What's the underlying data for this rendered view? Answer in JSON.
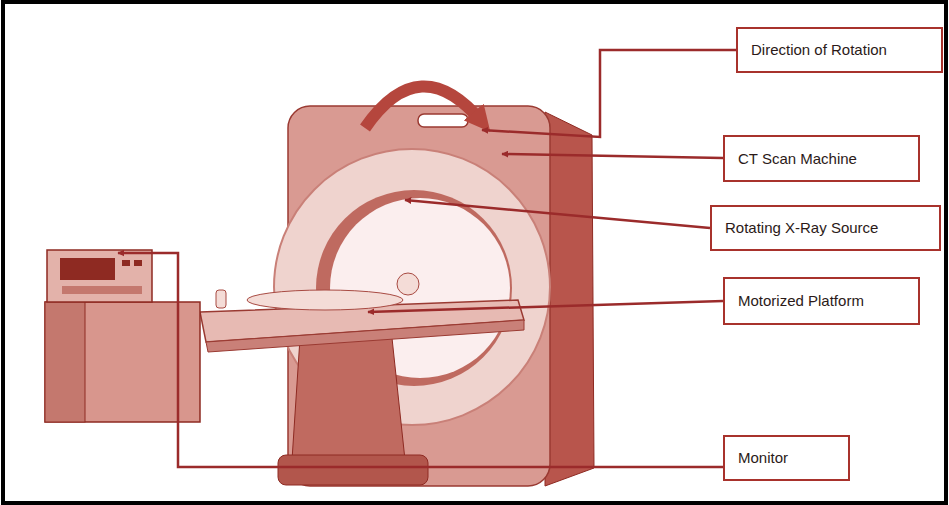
{
  "diagram": {
    "nodes": [
      {
        "text": [
          "Direction of Rotation"
        ]
      },
      {
        "text": [
          "CT Scan Machine"
        ]
      },
      {
        "text": [
          "Rotating X-Ray Source"
        ]
      },
      {
        "text": [
          "Motorized Platform"
        ]
      },
      {
        "text": [
          "Monitor"
        ]
      }
    ]
  }
}
